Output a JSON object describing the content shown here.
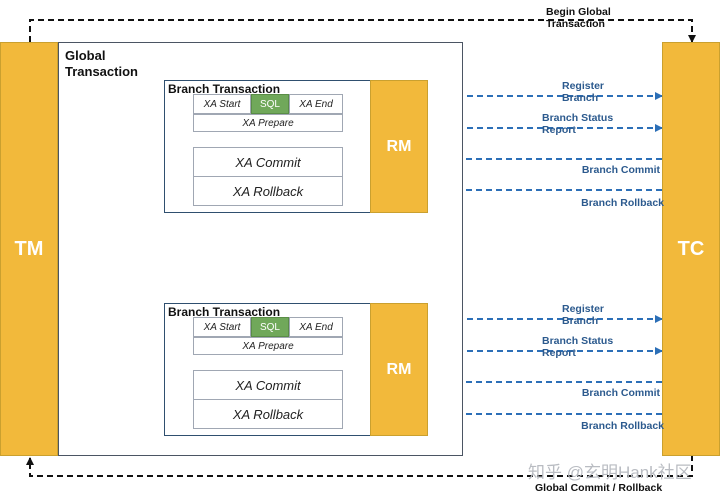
{
  "tm": {
    "label": "TM"
  },
  "tc": {
    "label": "TC"
  },
  "global": {
    "title_line1": "Global",
    "title_line2": "Transaction"
  },
  "top_label": {
    "line1": "Begin Global",
    "line2": "Transaction"
  },
  "bottom_label": "Global Commit / Rollback",
  "branches": [
    {
      "title": "Branch Transaction",
      "xa_start": "XA Start",
      "sql": "SQL",
      "xa_end": "XA End",
      "xa_prepare": "XA Prepare",
      "xa_commit": "XA Commit",
      "xa_rollback": "XA Rollback",
      "rm": "RM",
      "register": {
        "line1": "Register",
        "line2": "Branch"
      },
      "status": {
        "line1": "Branch Status",
        "line2": "Report"
      },
      "commit": "Branch Commit",
      "rollback": "Branch Rollback"
    },
    {
      "title": "Branch Transaction",
      "xa_start": "XA Start",
      "sql": "SQL",
      "xa_end": "XA End",
      "xa_prepare": "XA Prepare",
      "xa_commit": "XA Commit",
      "xa_rollback": "XA Rollback",
      "rm": "RM",
      "register": {
        "line1": "Register",
        "line2": "Branch"
      },
      "status": {
        "line1": "Branch Status",
        "line2": "Report"
      },
      "commit": "Branch Commit",
      "rollback": "Branch Rollback"
    }
  ],
  "watermark": "知乎 @玄明Hank社区",
  "colors": {
    "bar": "#f2b93b",
    "sql": "#70a85a",
    "arrow": "#2c6fb7",
    "text_blue": "#2c5a8e"
  }
}
